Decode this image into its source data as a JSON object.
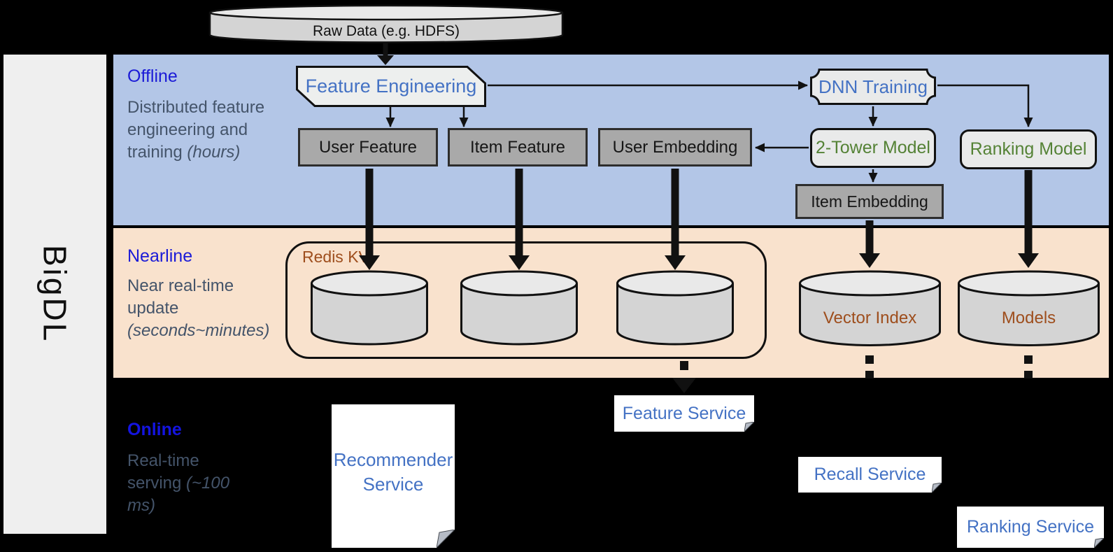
{
  "brand": "BigDL",
  "source": {
    "raw_data": "Raw Data (e.g. HDFS)"
  },
  "lanes": {
    "offline": {
      "title": "Offline",
      "subtitle": "Distributed feature engineering and training",
      "subtitle_em": "(hours)"
    },
    "nearline": {
      "title": "Nearline",
      "subtitle": "Near real-time update",
      "subtitle_em": "(seconds~minutes)"
    },
    "online": {
      "title": "Online",
      "subtitle": "Real-time serving",
      "subtitle_em": "(~100 ms)"
    }
  },
  "offline": {
    "feature_engineering": "Feature Engineering",
    "dnn_training": "DNN Training",
    "user_feature": "User Feature",
    "item_feature": "Item Feature",
    "user_embedding": "User Embedding",
    "two_tower_model": "2-Tower Model",
    "ranking_model": "Ranking Model",
    "item_embedding": "Item Embedding"
  },
  "nearline": {
    "redis_kv": "Redis KV",
    "vector_index": "Vector Index",
    "models": "Models"
  },
  "online": {
    "recommender_service": "Recommender Service",
    "feature_service": "Feature Service",
    "recall_service": "Recall Service",
    "ranking_service": "Ranking Service"
  },
  "colors": {
    "offline_band": "#b3c6e7",
    "nearline_band": "#f9e2cd",
    "online_bg": "#000000",
    "lane_title_blue": "#1b1bd7",
    "lane_subtitle_gray": "#44546a",
    "model_text_green": "#548235",
    "service_text_blue": "#4472c4",
    "store_text_brown": "#9e4e1d",
    "gray_box_fill": "#a9a9a9",
    "light_shape_fill": "#e9eaea",
    "cylinder_fill": "#d4d4d4"
  }
}
